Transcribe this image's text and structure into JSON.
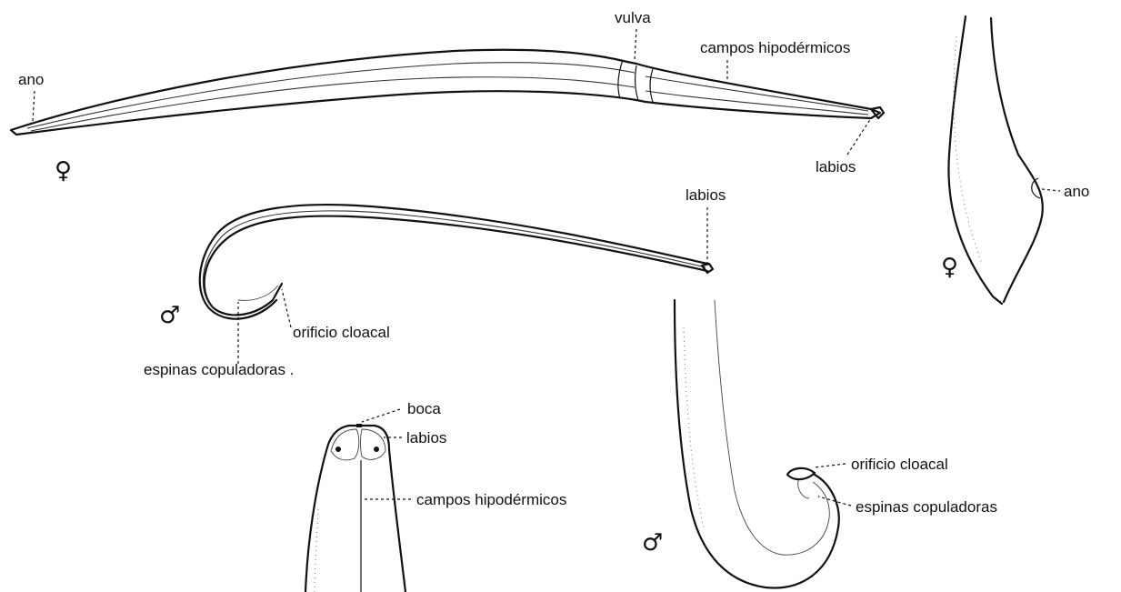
{
  "figure": {
    "female_whole": {
      "symbol": "♀",
      "labels": {
        "ano": "ano",
        "vulva": "vulva",
        "campos": "campos hipodérmicos",
        "labios": "labios"
      }
    },
    "male_whole": {
      "symbol": "♂",
      "labels": {
        "labios": "labios",
        "orificio": "orificio cloacal",
        "espinas": "espinas copuladoras ."
      }
    },
    "female_tail": {
      "symbol": "♀",
      "labels": {
        "ano": "ano"
      }
    },
    "head_detail": {
      "labels": {
        "boca": "boca",
        "labios": "labios",
        "campos": "campos hipodérmicos"
      }
    },
    "male_tail": {
      "symbol": "♂",
      "labels": {
        "orificio": "orificio cloacal",
        "espinas": "espinas copuladoras"
      }
    }
  }
}
